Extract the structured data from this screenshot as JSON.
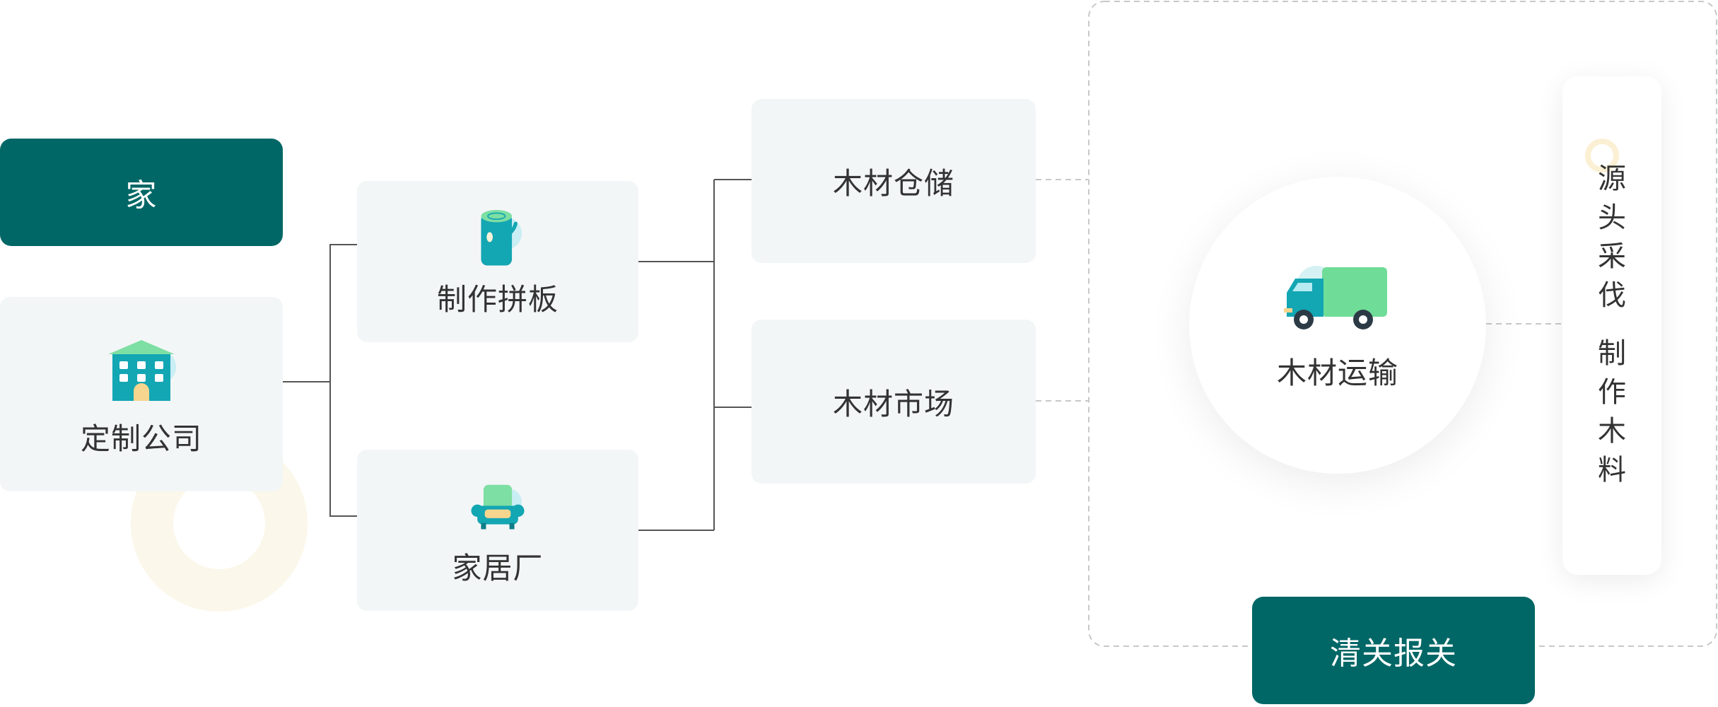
{
  "nodes": {
    "home": "家",
    "custom_company": "定制公司",
    "panel_making": "制作拼板",
    "furniture_factory": "家居厂",
    "timber_storage": "木材仓储",
    "timber_market": "木材市场",
    "timber_transport": "木材运输",
    "customs_clearance": "清关报关"
  },
  "side_card": {
    "group1": [
      "源",
      "头",
      "采",
      "伐"
    ],
    "group2": [
      "制",
      "作",
      "木",
      "料"
    ]
  },
  "colors": {
    "dark_teal": "#006766",
    "light_panel": "#f3f6f7",
    "connector": "#555555",
    "dashed": "#c8c8c8",
    "icon_teal": "#13a6b3",
    "icon_green": "#5fd98e",
    "decor_ring": "#fbf7ea"
  },
  "icons": {
    "company": "building-icon",
    "panel": "log-icon",
    "factory": "armchair-icon",
    "transport": "truck-icon"
  }
}
